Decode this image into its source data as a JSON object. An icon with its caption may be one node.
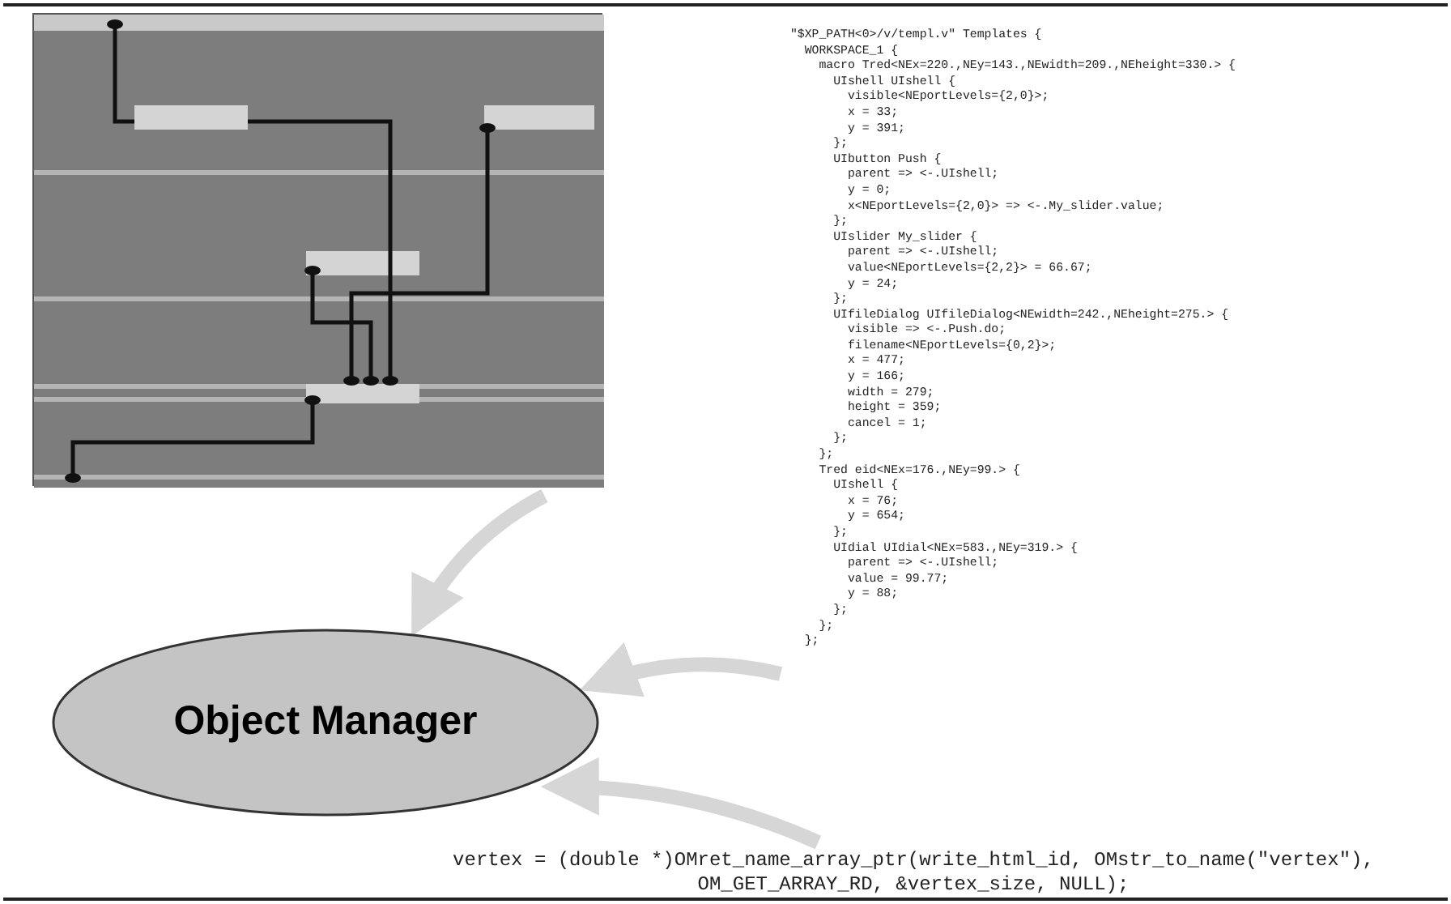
{
  "diagram": {
    "nodes": [
      {
        "text": [],
        "shape": "picture"
      },
      {
        "text": [
          "\"$XP_PATH<0>/v/templ.v\" Templates {",
          "  WORKSPACE_1 {",
          "    macro Tred<NEx=220.,NEy=143.,NEwidth=209.,NEheight=330.> {",
          "      UIshell UIshell {",
          "        visible<NEportLevels={2,0}>;",
          "        x = 33;",
          "        y = 391;",
          "      };",
          "      UIbutton Push {",
          "        parent => <-.UIshell;",
          "        y = 0;",
          "        x<NEportLevels={2,0}> => <-.My_slider.value;",
          "      };",
          "      UIslider My_slider {",
          "        parent => <-.UIshell;",
          "        value<NEportLevels={2,2}> = 66.67;",
          "        y = 24;",
          "      };",
          "      UIfileDialog UIfileDialog<NEwidth=242.,NEheight=275.> {",
          "        visible => <-.Push.do;",
          "        filename<NEportLevels={0,2}>;",
          "        x = 477;",
          "        y = 166;",
          "        width = 279;",
          "        height = 359;",
          "        cancel = 1;",
          "      };",
          "    };",
          "    Tred eid<NEx=176.,NEy=99.> {",
          "      UIshell {",
          "        x = 76;",
          "        y = 654;",
          "      };",
          "      UIdial UIdial<NEx=583.,NEy=319.> {",
          "        parent => <-.UIshell;",
          "        value = 99.77;",
          "        y = 88;",
          "      };",
          "    };",
          "  };"
        ]
      },
      {
        "text": [
          "Object Manager"
        ]
      },
      {
        "text": [
          "vertex = (double *)OMret_name_array_ptr(write_html_id, OMstr_to_name(\"vertex\"),",
          "OM_GET_ARRAY_RD, &vertex_size, NULL);"
        ]
      }
    ],
    "edges": [
      {
        "from": 0,
        "to": 2,
        "arrow": "to"
      },
      {
        "from": 1,
        "to": 2,
        "arrow": "to"
      },
      {
        "from": 3,
        "to": 2,
        "arrow": "to"
      }
    ]
  }
}
